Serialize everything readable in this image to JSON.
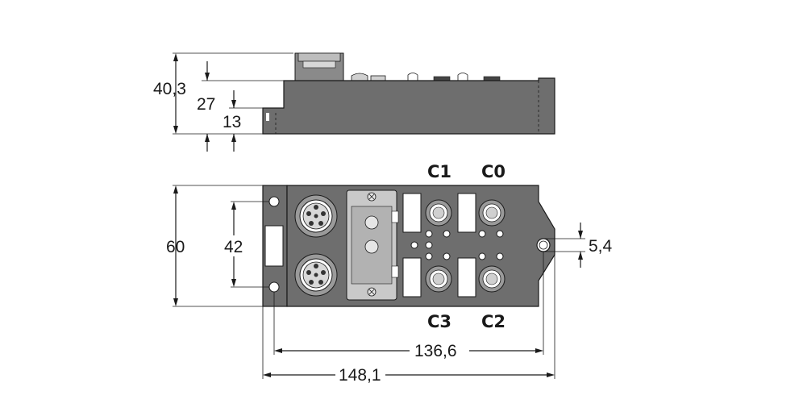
{
  "dimensions": {
    "side_height_total": "40,3",
    "side_height_upper": "27",
    "side_height_base": "13",
    "front_height": "60",
    "hole_spacing_vertical": "42",
    "hole_diameter": "5,4",
    "hole_spacing_horizontal": "136,6",
    "overall_length": "148,1"
  },
  "ports": {
    "c0": "C0",
    "c1": "C1",
    "c2": "C2",
    "c3": "C3"
  }
}
